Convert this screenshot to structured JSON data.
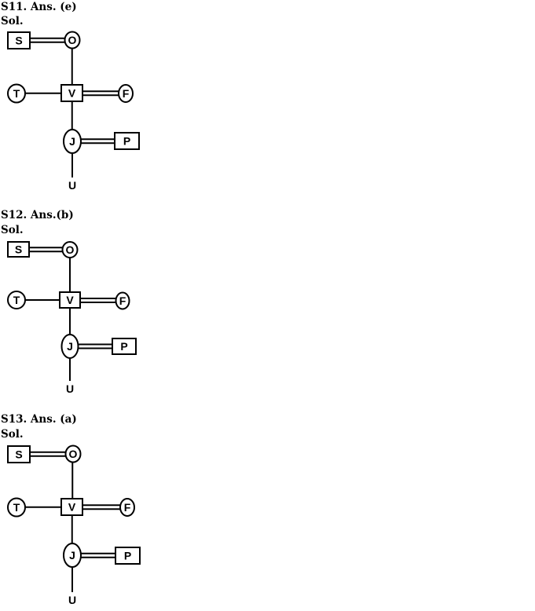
{
  "solutions": [
    {
      "heading": "S11. Ans. (e)",
      "sol_label": "Sol.",
      "nodes": {
        "S": {
          "label": "S",
          "shape": "box"
        },
        "O": {
          "label": "O",
          "shape": "circle"
        },
        "T": {
          "label": "T",
          "shape": "circle"
        },
        "V": {
          "label": "V",
          "shape": "box"
        },
        "F": {
          "label": "F",
          "shape": "circle"
        },
        "J": {
          "label": "J",
          "shape": "circle"
        },
        "P": {
          "label": "P",
          "shape": "box"
        },
        "U": {
          "label": "U",
          "shape": "none"
        }
      },
      "links": [
        {
          "from": "S",
          "to": "O",
          "style": "double"
        },
        {
          "from": "O",
          "to": "V",
          "style": "single"
        },
        {
          "from": "T",
          "to": "V",
          "style": "single"
        },
        {
          "from": "V",
          "to": "F",
          "style": "double"
        },
        {
          "from": "V",
          "to": "J",
          "style": "single"
        },
        {
          "from": "J",
          "to": "P",
          "style": "double"
        },
        {
          "from": "J",
          "to": "U",
          "style": "single"
        }
      ]
    },
    {
      "heading": "S12. Ans.(b)",
      "sol_label": "Sol.",
      "nodes": {
        "S": {
          "label": "S",
          "shape": "box"
        },
        "O": {
          "label": "O",
          "shape": "circle"
        },
        "T": {
          "label": "T",
          "shape": "circle"
        },
        "V": {
          "label": "V",
          "shape": "box"
        },
        "F": {
          "label": "F",
          "shape": "circle"
        },
        "J": {
          "label": "J",
          "shape": "circle"
        },
        "P": {
          "label": "P",
          "shape": "box"
        },
        "U": {
          "label": "U",
          "shape": "none"
        }
      },
      "links": [
        {
          "from": "S",
          "to": "O",
          "style": "double"
        },
        {
          "from": "O",
          "to": "V",
          "style": "single"
        },
        {
          "from": "T",
          "to": "V",
          "style": "single"
        },
        {
          "from": "V",
          "to": "F",
          "style": "double"
        },
        {
          "from": "V",
          "to": "J",
          "style": "single"
        },
        {
          "from": "J",
          "to": "P",
          "style": "double"
        },
        {
          "from": "J",
          "to": "U",
          "style": "single"
        }
      ]
    },
    {
      "heading": "S13. Ans. (a)",
      "sol_label": "Sol.",
      "nodes": {
        "S": {
          "label": "S",
          "shape": "box"
        },
        "O": {
          "label": "O",
          "shape": "circle"
        },
        "T": {
          "label": "T",
          "shape": "circle"
        },
        "V": {
          "label": "V",
          "shape": "box"
        },
        "F": {
          "label": "F",
          "shape": "circle"
        },
        "J": {
          "label": "J",
          "shape": "circle"
        },
        "P": {
          "label": "P",
          "shape": "box"
        },
        "U": {
          "label": "U",
          "shape": "none"
        }
      },
      "links": [
        {
          "from": "S",
          "to": "O",
          "style": "double"
        },
        {
          "from": "O",
          "to": "V",
          "style": "single"
        },
        {
          "from": "T",
          "to": "V",
          "style": "single"
        },
        {
          "from": "V",
          "to": "F",
          "style": "double"
        },
        {
          "from": "V",
          "to": "J",
          "style": "single"
        },
        {
          "from": "J",
          "to": "P",
          "style": "double"
        },
        {
          "from": "J",
          "to": "U",
          "style": "single"
        }
      ]
    }
  ]
}
